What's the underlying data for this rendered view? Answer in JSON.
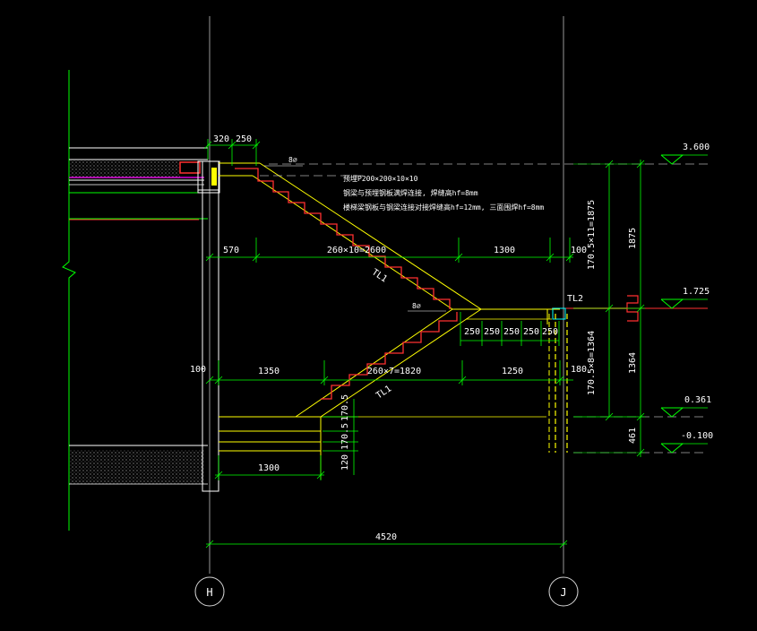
{
  "colors": {
    "background": "#000000",
    "dimension": "#00ff00",
    "stair": "#ffff00",
    "rebar": "#ff3030",
    "text": "#ffffff",
    "axis": "#ffffff",
    "level_marker": "#00ff00",
    "hatch": "#c0c0c0"
  },
  "top_dims": {
    "d1": "320",
    "d2": "250"
  },
  "rebar_marks": {
    "upper": "8⌀",
    "lower": "8⌀"
  },
  "notes": {
    "n1": "预埋P200×200×10×10",
    "n2": "钢梁与预埋钢板满焊连接, 焊缝高hf=8mm",
    "n3": "楼梯梁钢板与钢梁连接对接焊缝高hf=12mm, 三面围焊hf=8mm"
  },
  "upper_flight": {
    "d_left": "570",
    "d_run": "260×10=2600",
    "d_landing": "1300",
    "d_end": "100",
    "label": "TL1"
  },
  "landing": {
    "beam_label": "TL2",
    "treads": [
      "250",
      "250",
      "250",
      "250",
      "250"
    ],
    "d_end": "180"
  },
  "lower_flight": {
    "d_wall": "100",
    "d_left": "1350",
    "d_run": "260×7=1820",
    "d_landing": "1250",
    "label": "TL1"
  },
  "bottom_steps": {
    "rise1": "170.5",
    "rise2": "170.5",
    "d_120": "120",
    "d_1300": "1300"
  },
  "vertical_dims": {
    "upper_calc": "170.5×11=1875",
    "upper_total": "1875",
    "lower_calc": "170.5×8=1364",
    "lower_total": "1364",
    "base": "461"
  },
  "levels": {
    "top": "3.600",
    "landing": "1.725",
    "mid": "0.361",
    "bottom": "-0.100"
  },
  "overall_dim": "4520",
  "axes": {
    "left": "H",
    "right": "J"
  }
}
